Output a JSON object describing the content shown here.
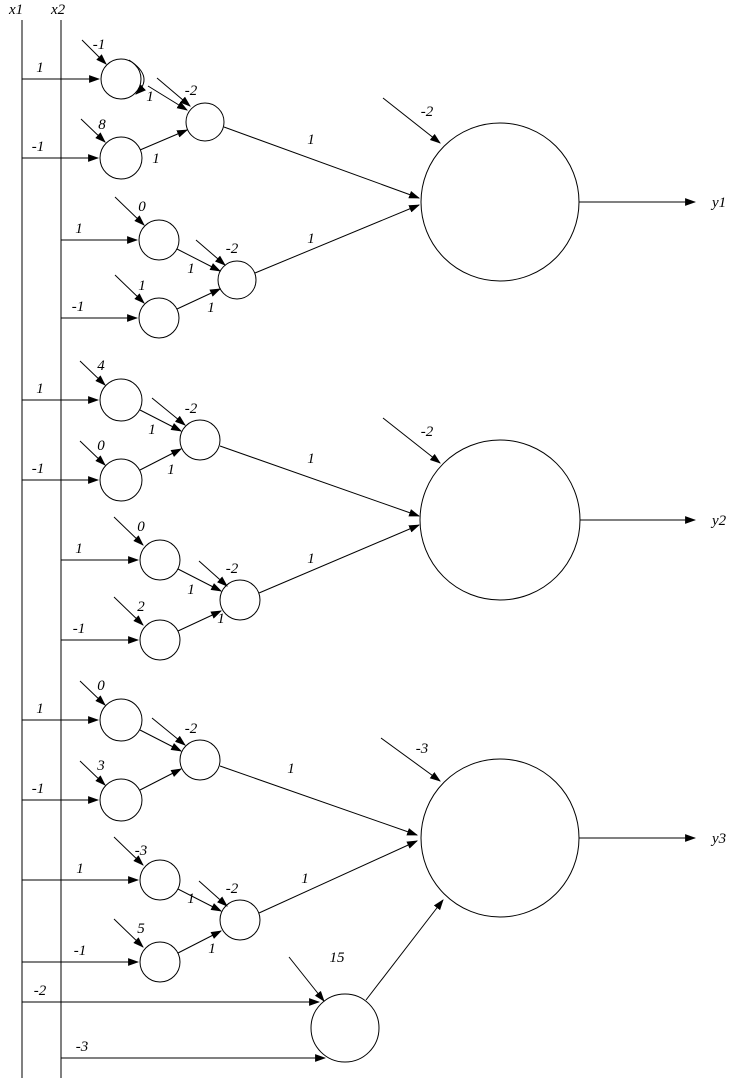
{
  "inputs": {
    "x1": "x1",
    "x2": "x2"
  },
  "line_color": "#000000",
  "background": "#ffffff",
  "b1": {
    "y": "y1",
    "bias_out": "-2",
    "w_in1": "1",
    "bias_a": "-1",
    "w_ac": "1",
    "w_in2": "-1",
    "bias_b": "8",
    "w_bc": "1",
    "bias_c": "-2",
    "w_c_out": "1",
    "w_in3": "1",
    "bias_d": "0",
    "w_df": "1",
    "w_in4": "-1",
    "bias_e": "1",
    "w_ef": "1",
    "bias_f": "-2",
    "w_f_out": "1"
  },
  "b2": {
    "y": "y2",
    "bias_out": "-2",
    "w_in1": "1",
    "bias_a": "4",
    "w_ac": "1",
    "w_in2": "-1",
    "bias_b": "0",
    "w_bc": "1",
    "bias_c": "-2",
    "w_c_out": "1",
    "w_in3": "1",
    "bias_d": "0",
    "w_df": "1",
    "w_in4": "-1",
    "bias_e": "2",
    "w_ef": "1",
    "bias_f": "-2",
    "w_f_out": "1"
  },
  "b3": {
    "y": "y3",
    "bias_out": "-3",
    "w_in1": "1",
    "bias_a": "0",
    "w_in2": "-1",
    "bias_b": "3",
    "bias_c": "-2",
    "w_c_out": "1",
    "w_in3": "1",
    "bias_d": "-3",
    "w_df": "1",
    "w_in4": "-1",
    "bias_e": "5",
    "w_ef": "1",
    "bias_f": "-2",
    "w_f_out": "1",
    "w_in5": "-2",
    "w_in6": "-3",
    "bias_g": "15"
  }
}
